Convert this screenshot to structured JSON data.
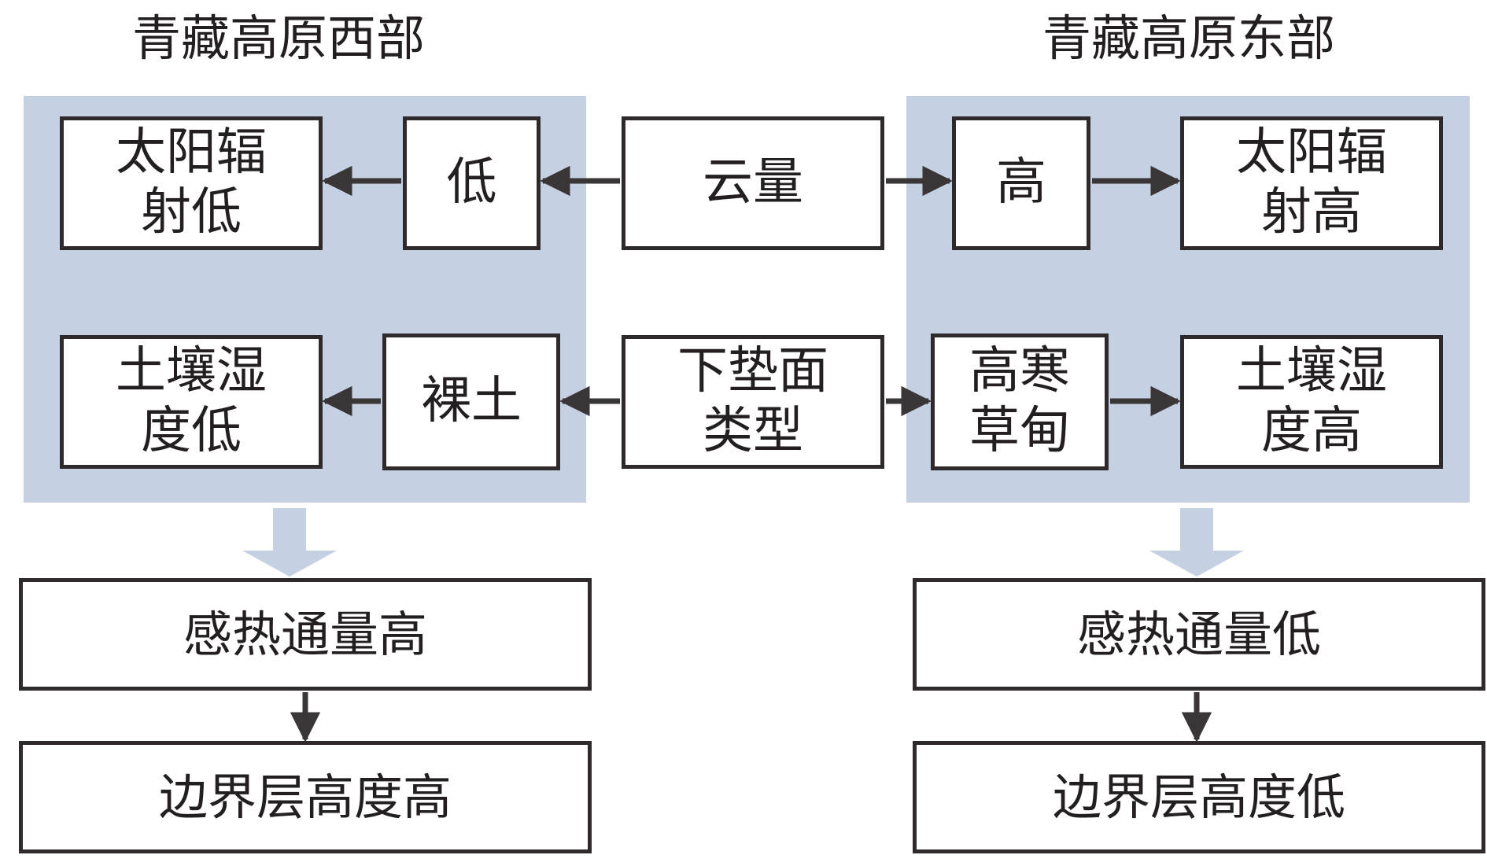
{
  "west": {
    "title": "青藏高原西部",
    "solar": "太阳辐射低",
    "cloud_effect": "低",
    "soil": "土壤湿度低",
    "surface": "裸土",
    "flux": "感热通量高",
    "pbl": "边界层高度高"
  },
  "center": {
    "cloud": "云量",
    "surface_type": "下垫面类型"
  },
  "east": {
    "title": "青藏高原东部",
    "cloud_effect": "高",
    "solar": "太阳辐射高",
    "surface": "高寒草甸",
    "soil": "土壤湿度高",
    "flux": "感热通量低",
    "pbl": "边界层高度低"
  },
  "colors": {
    "region_bg": "#c5d0e2",
    "box_border": "#2e2a2b",
    "arrow": "#3a3536",
    "big_arrow": "#c5d0e2"
  }
}
